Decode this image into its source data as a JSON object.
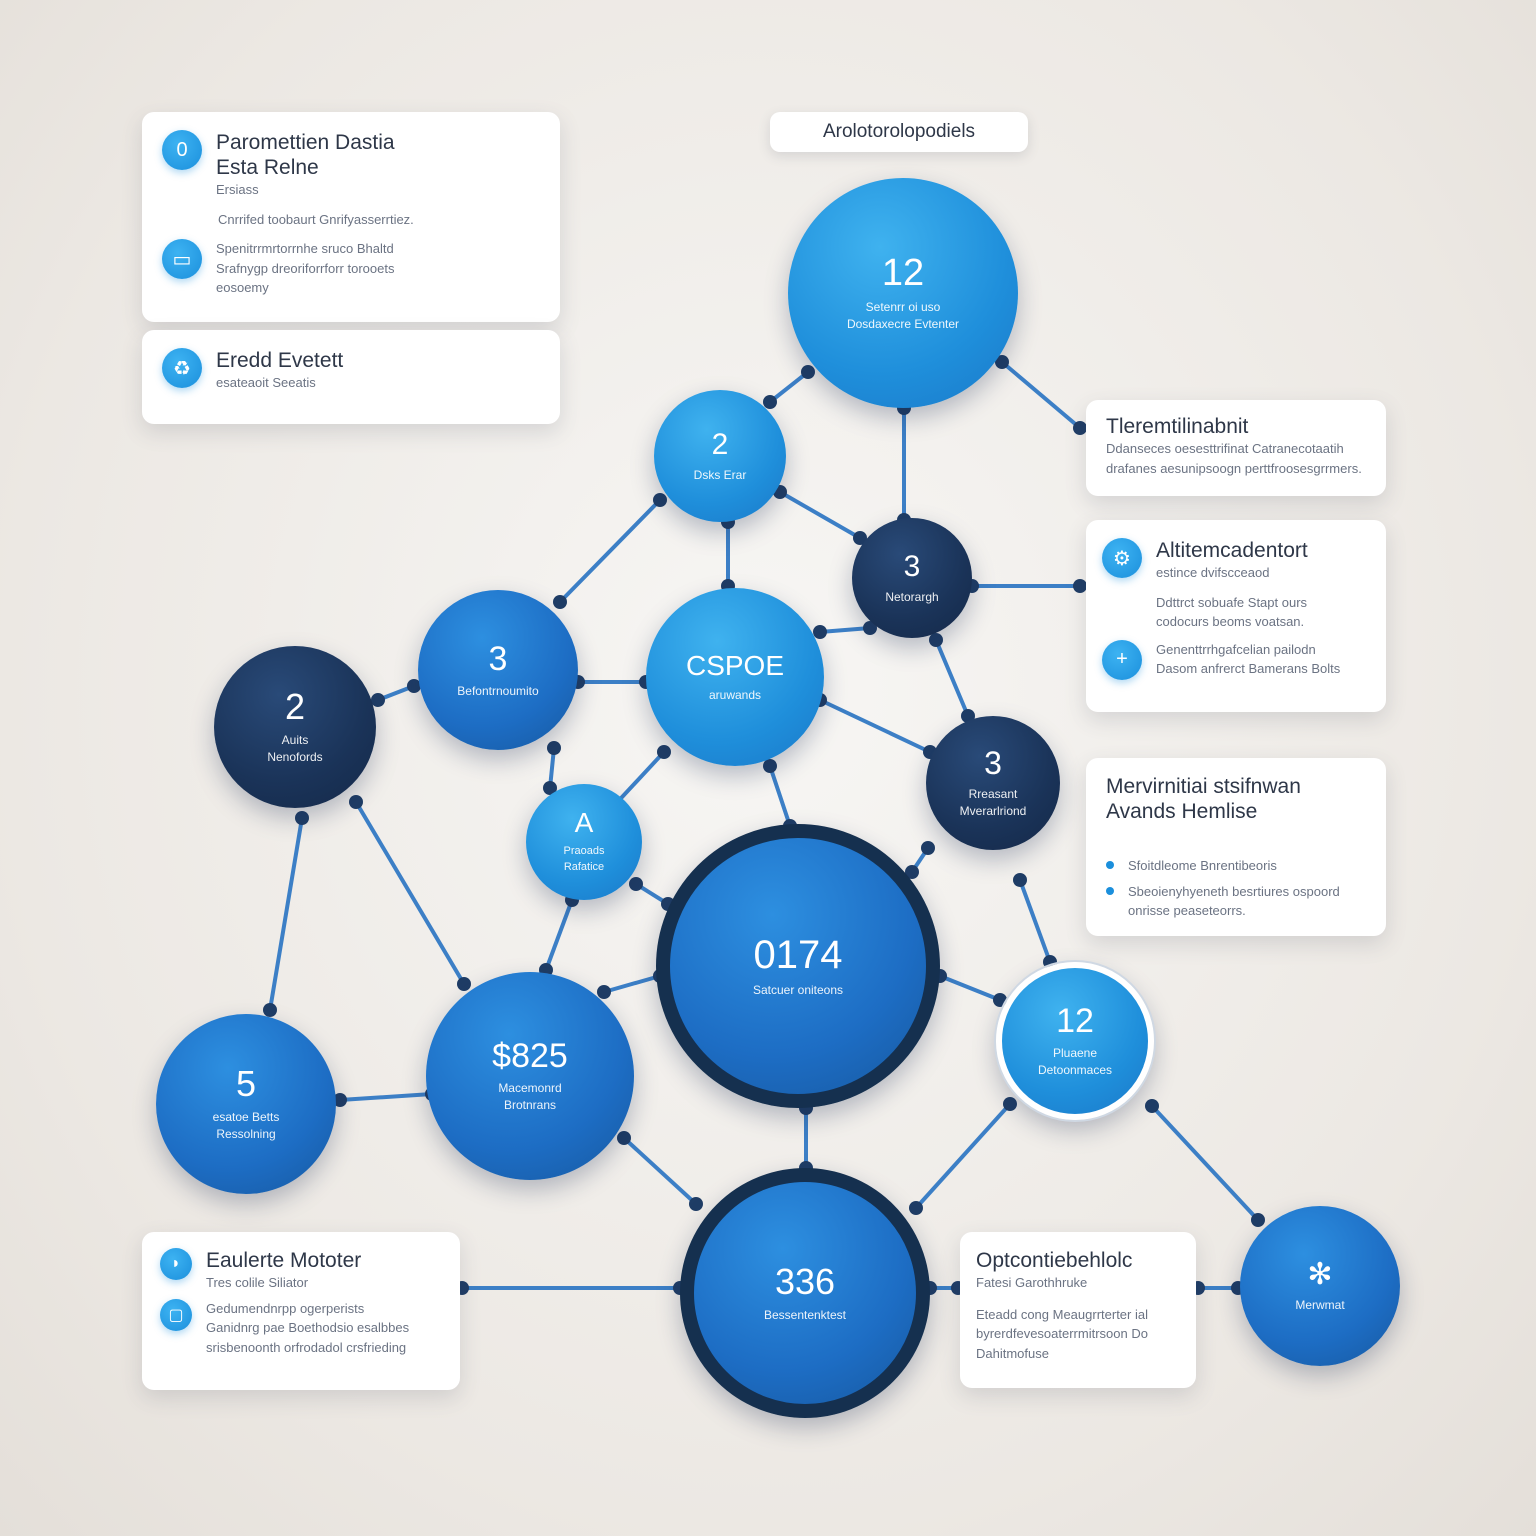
{
  "header": {
    "pill_label": "Arolotorolopodiels"
  },
  "nodes": {
    "n12top": {
      "value": "12",
      "sub1": "Setenrr oi uso",
      "sub2": "Dosdaxecre Evtenter"
    },
    "n2a": {
      "value": "2",
      "sub1": "Dsks Erar",
      "sub2": ""
    },
    "n3a": {
      "value": "3",
      "sub1": "Netorargh",
      "sub2": ""
    },
    "n3b": {
      "value": "3",
      "sub1": "Befontrnoumito",
      "sub2": ""
    },
    "nCspoe": {
      "value": "CSPOE",
      "sub1": "aruwands",
      "sub2": ""
    },
    "n2b": {
      "value": "2",
      "sub1": "Auits",
      "sub2": "Nenofords"
    },
    "n3c": {
      "value": "3",
      "sub1": "Rreasant",
      "sub2": "Mverarlriond"
    },
    "nA": {
      "value": "A",
      "sub1": "Praoads",
      "sub2": "Rafatice"
    },
    "n0174": {
      "value": "0174",
      "sub1": "Satcuer oniteons",
      "sub2": ""
    },
    "n12b": {
      "value": "12",
      "sub1": "Pluaene",
      "sub2": "Detoonmaces"
    },
    "n5": {
      "value": "5",
      "sub1": "esatoe Betts",
      "sub2": "Ressolning"
    },
    "n825": {
      "value": "$825",
      "sub1": "Macemonrd",
      "sub2": "Brotnrans"
    },
    "n336": {
      "value": "336",
      "sub1": "Bessentenktest",
      "sub2": ""
    },
    "nIcon": {
      "value": "",
      "sub1": "Merwmat",
      "sub2": ""
    }
  },
  "cards": {
    "topLeft": {
      "badge1": "0",
      "title_l1": "Paromettien Dastia",
      "title_l2": "Esta Relne",
      "small1": "Ersiass",
      "line1": "Cnrrifed toobaurt Gnrifyasserrtiez.",
      "line2": "Spenitrrmrtorrnhe sruco Bhaltd",
      "line3": "Srafnygp dreoriforrforr torooets",
      "line4": "eosoemy"
    },
    "midLeft": {
      "title": "Eredd Evetett",
      "sub": "esateaoit Seeatis"
    },
    "rightTop": {
      "title": "Tleremtilinabnit",
      "line1": "Ddanseces oesesttrifinat Catranecotaatih",
      "line2": "drafanes aesunipsoogn perttfroosesgrrmers."
    },
    "rightMid": {
      "title": "Altitemcadentort",
      "sub": "estince dvifscceaod",
      "line1": "Ddttrct sobuafe Stapt ours",
      "line2": "codocurs beoms voatsan.",
      "line3": "Genenttrrhgafcelian pailodn",
      "line4": "Dasom anfrerct Bamerans Bolts"
    },
    "rightLow": {
      "title_l1": "Mervirnitiai stsifnwan",
      "title_l2": "Avands Hemlise",
      "bullet1": "Sfoitdleome Bnrentibeoris",
      "bullet2": "Sbeoienyhyeneth besrtiures ospoord",
      "bullet3": "onrisse peaseteorrs."
    },
    "bottomLeft": {
      "title": "Eaulerte Mototer",
      "sub": "Tres colile Siliator",
      "line1": "Gedumendnrpp ogerperists",
      "line2": "Ganidnrg pae Boethodsio esalbbes",
      "line3": "srisbenoonth orfrodadol crsfrieding"
    },
    "bottomRight": {
      "title": "Optcontiebehlolc",
      "sub": "Fatesi Garothhruke",
      "line1": "Eteadd cong Meaugrrterter ial",
      "line2": "byrerdfevesoaterrmitrsoon Do",
      "line3": "Dahitmofuse"
    }
  },
  "colors": {
    "bright": "#1f8fdb",
    "mid": "#1d6dc4",
    "dark": "#1a3358",
    "edge": "#3c7fc6",
    "edge_dot": "#1f3d66"
  }
}
